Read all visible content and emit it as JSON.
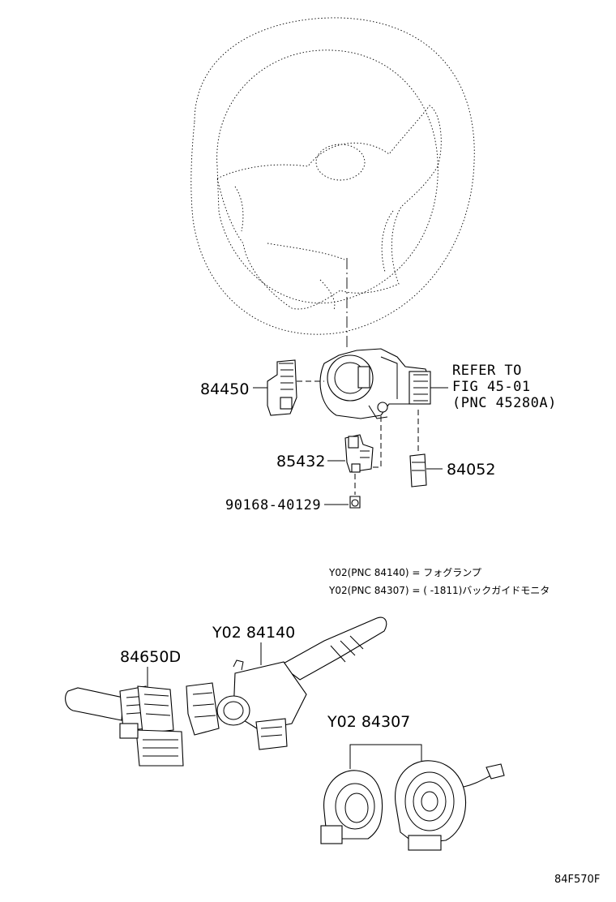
{
  "labels": {
    "p84450": "84450",
    "refer1": "REFER TO",
    "refer2": "FIG 45-01",
    "refer3": "(PNC 45280A)",
    "p85432": "85432",
    "p84052": "84052",
    "p90168": "90168-40129",
    "y02_84140": "Y02 84140",
    "p84650d": "84650D",
    "y02_84307": "Y02 84307"
  },
  "notes": {
    "line1": "Y02(PNC 84140) = フォグランプ",
    "line2": "Y02(PNC 84307) = (      -1811)バックガイドモニタ"
  },
  "figure_code": "84F570F"
}
